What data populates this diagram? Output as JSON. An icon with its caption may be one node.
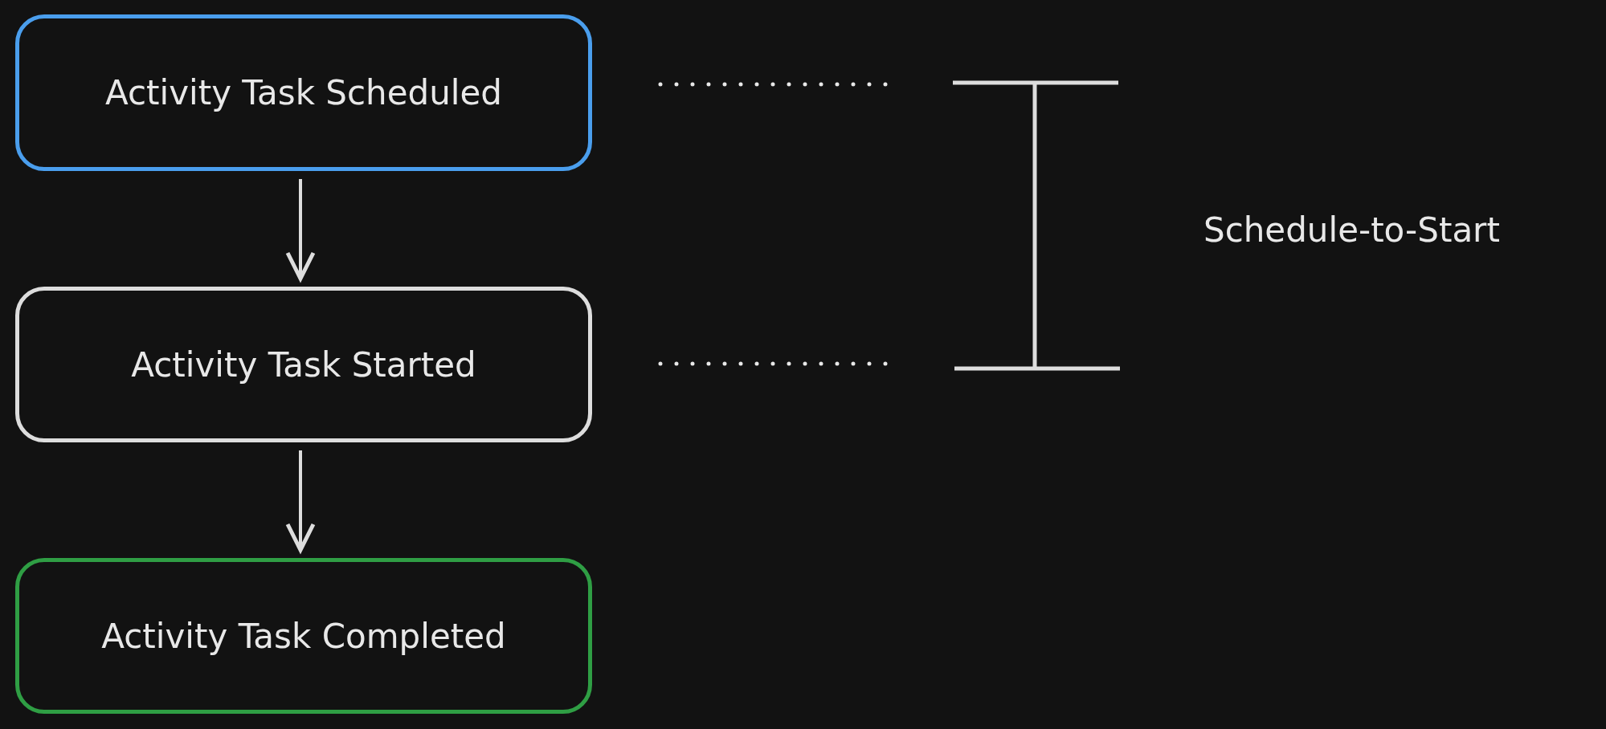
{
  "diagram": {
    "nodes": [
      {
        "text": [
          "Activity Task Scheduled"
        ]
      },
      {
        "text": [
          "Activity Task Started"
        ]
      },
      {
        "text": [
          "Activity Task Completed"
        ]
      }
    ],
    "edges": [
      {
        "from": 0,
        "to": 1,
        "arrow": "to"
      },
      {
        "from": 1,
        "to": 2,
        "arrow": "to"
      }
    ],
    "labels": [
      "Schedule-to-Start"
    ]
  }
}
